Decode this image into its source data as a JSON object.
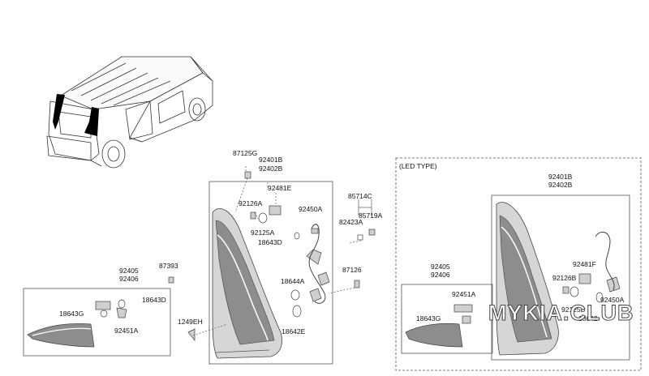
{
  "diagram": {
    "panel_label": "(LED TYPE)",
    "watermark": "MYKIA.CLUB",
    "callouts": {
      "p87125G": "87125G",
      "p92401B": "92401B",
      "p92402B": "92402B",
      "p92481E": "92481E",
      "p92126A": "92126A",
      "p92125A": "92125A",
      "p92450A": "92450A",
      "p18643D_main": "18643D",
      "p18644A": "18644A",
      "p18642E": "18642E",
      "p85714C": "85714C",
      "p82423A": "82423A",
      "p85719A": "85719A",
      "p87126": "87126",
      "p1249EH": "1249EH",
      "p92405_left": "92405",
      "p92406_left": "92406",
      "p87393": "87393",
      "p18643D_left": "18643D",
      "p18643G_left": "18643G",
      "p92451A_left": "92451A",
      "p92401B_led": "92401B",
      "p92402B_led": "92402B",
      "p92405_led": "92405",
      "p92406_led": "92406",
      "p92451A_led": "92451A",
      "p18643G_led": "18643G",
      "p92481F": "92481F",
      "p92126B": "92126B",
      "p92125B": "92125B",
      "p92450A_led": "92450A",
      "p18642": "18642"
    }
  }
}
